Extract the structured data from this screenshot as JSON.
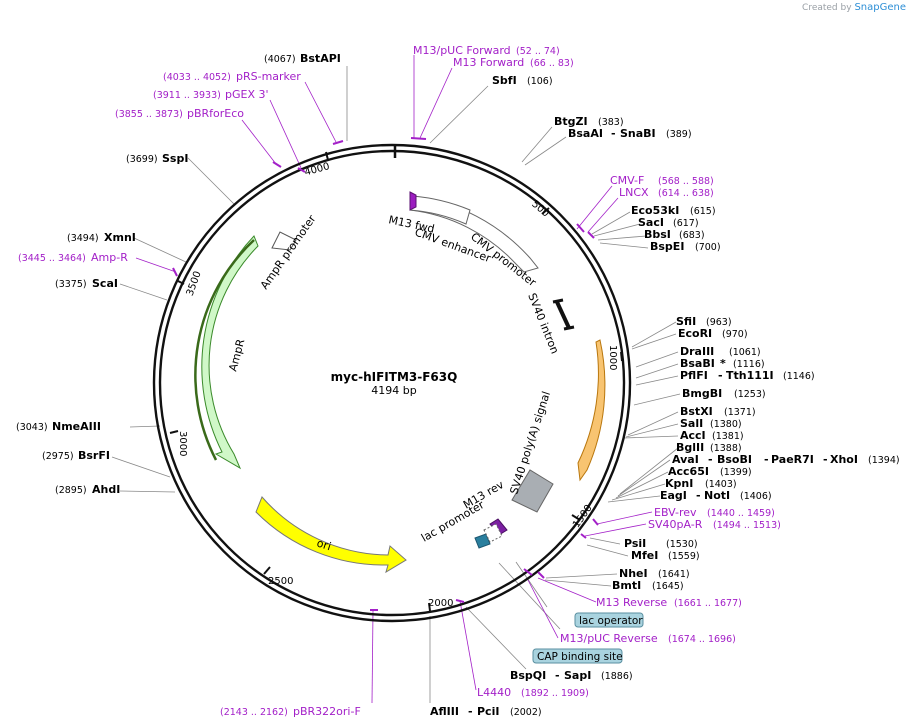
{
  "credit": {
    "prefix": "Created by",
    "brand": "SnapGene"
  },
  "plasmid": {
    "name": "myc-hIFITM3-F63Q",
    "length": "4194 bp"
  },
  "ticks": [
    "500",
    "1000",
    "1500",
    "2000",
    "2500",
    "3000",
    "3500",
    "4000"
  ],
  "sites": {
    "bstapi": {
      "name": "BstAPI",
      "pos": "(4067)"
    },
    "sfii_top": {
      "name": "SbfI",
      "pos": "(106)"
    },
    "btgzi": {
      "name": "BtgZI",
      "pos": "(383)"
    },
    "bsaai": {
      "name": "BsaAI",
      "sep": "-",
      "name2": "SnaBI",
      "pos": "(389)"
    },
    "eco53ki": {
      "name": "Eco53kI",
      "pos": "(615)"
    },
    "saci": {
      "name": "SacI",
      "pos": "(617)"
    },
    "bbsi": {
      "name": "BbsI",
      "pos": "(683)"
    },
    "bspei": {
      "name": "BspEI",
      "pos": "(700)"
    },
    "sfii": {
      "name": "SfiI",
      "pos": "(963)"
    },
    "ecori": {
      "name": "EcoRI",
      "pos": "(970)"
    },
    "draiii": {
      "name": "DraIII",
      "pos": "(1061)"
    },
    "bsabi": {
      "name": "BsaBI",
      "mark": "*",
      "pos": "(1116)"
    },
    "pflfi": {
      "name": "PflFI",
      "sep": "-",
      "name2": "Tth111I",
      "pos": "(1146)"
    },
    "bmgbi": {
      "name": "BmgBI",
      "pos": "(1253)"
    },
    "bstxi": {
      "name": "BstXI",
      "pos": "(1371)"
    },
    "sali": {
      "name": "SalI",
      "pos": "(1380)"
    },
    "acci": {
      "name": "AccI",
      "pos": "(1381)"
    },
    "bglii": {
      "name": "BglII",
      "pos": "(1388)"
    },
    "avai": {
      "name": "AvaI",
      "s1": "-",
      "n2": "BsoBI",
      "s2": "-",
      "n3": "PaeR7I",
      "s3": "-",
      "n4": "XhoI",
      "pos": "(1394)"
    },
    "acc65i": {
      "name": "Acc65I",
      "pos": "(1399)"
    },
    "kpni": {
      "name": "KpnI",
      "pos": "(1403)"
    },
    "eagi": {
      "name": "EagI",
      "sep": "-",
      "name2": "NotI",
      "pos": "(1406)"
    },
    "psii": {
      "name": "PsiI",
      "pos": "(1530)"
    },
    "mfei": {
      "name": "MfeI",
      "pos": "(1559)"
    },
    "nhei": {
      "name": "NheI",
      "pos": "(1641)"
    },
    "bmti": {
      "name": "BmtI",
      "pos": "(1645)"
    },
    "bspqi": {
      "name": "BspQI",
      "sep": "-",
      "name2": "SapI",
      "pos": "(1886)"
    },
    "afliii": {
      "name": "AflIII",
      "sep": "-",
      "name2": "PciI",
      "pos": "(2002)"
    },
    "ahdi": {
      "name": "AhdI",
      "pos": "(2895)"
    },
    "bsrfi": {
      "name": "BsrFI",
      "pos": "(2975)"
    },
    "nmeaiii": {
      "name": "NmeAIII",
      "pos": "(3043)"
    },
    "scai": {
      "name": "ScaI",
      "pos": "(3375)"
    },
    "xmni": {
      "name": "XmnI",
      "pos": "(3494)"
    },
    "sspi": {
      "name": "SspI",
      "pos": "(3699)"
    }
  },
  "primers": {
    "m13puc_fwd": {
      "name": "M13/pUC Forward",
      "pos": "(52 .. 74)"
    },
    "m13_fwd": {
      "name": "M13 Forward",
      "pos": "(66 .. 83)"
    },
    "prs": {
      "pos": "(4033 .. 4052)",
      "name": "pRS-marker"
    },
    "pgex": {
      "pos": "(3911 .. 3933)",
      "name": "pGEX 3'"
    },
    "pbrfor": {
      "pos": "(3855 .. 3873)",
      "name": "pBRforEco"
    },
    "cmvf": {
      "name": "CMV-F",
      "pos": "(568 .. 588)"
    },
    "lncx": {
      "name": "LNCX",
      "pos": "(614 .. 638)"
    },
    "ampr": {
      "pos": "(3445 .. 3464)",
      "name": "Amp-R"
    },
    "ebvrev": {
      "name": "EBV-rev",
      "pos": "(1440 .. 1459)"
    },
    "sv40par": {
      "name": "SV40pA-R",
      "pos": "(1494 .. 1513)"
    },
    "m13rev": {
      "name": "M13 Reverse",
      "pos": "(1661 .. 1677)"
    },
    "m13pucrev": {
      "name": "M13/pUC Reverse",
      "pos": "(1674 .. 1696)"
    },
    "l4440": {
      "name": "L4440",
      "pos": "(1892 .. 1909)"
    },
    "pbr322": {
      "pos": "(2143 .. 2162)",
      "name": "pBR322ori-F"
    }
  },
  "badges": {
    "lac_operator": "lac operator",
    "cap_site": "CAP binding site"
  },
  "features": {
    "m13fwd": "M13 fwd",
    "cmv_enh": "CMV enhancer",
    "cmv_prom": "CMV promoter",
    "sv40_intron": "SV40 intron",
    "ampr_prom": "AmpR promoter",
    "ampr": "AmpR",
    "sv40_polya": "SV40 poly(A) signal",
    "m13rev": "M13 rev",
    "lac_prom": "lac promoter",
    "ori": "ori"
  },
  "colors": {
    "primer": "#a320c8",
    "ampr": "#c8f5c0",
    "ori": "#ffff00",
    "badge": "#a9d3df",
    "orange": "#f5b041"
  }
}
